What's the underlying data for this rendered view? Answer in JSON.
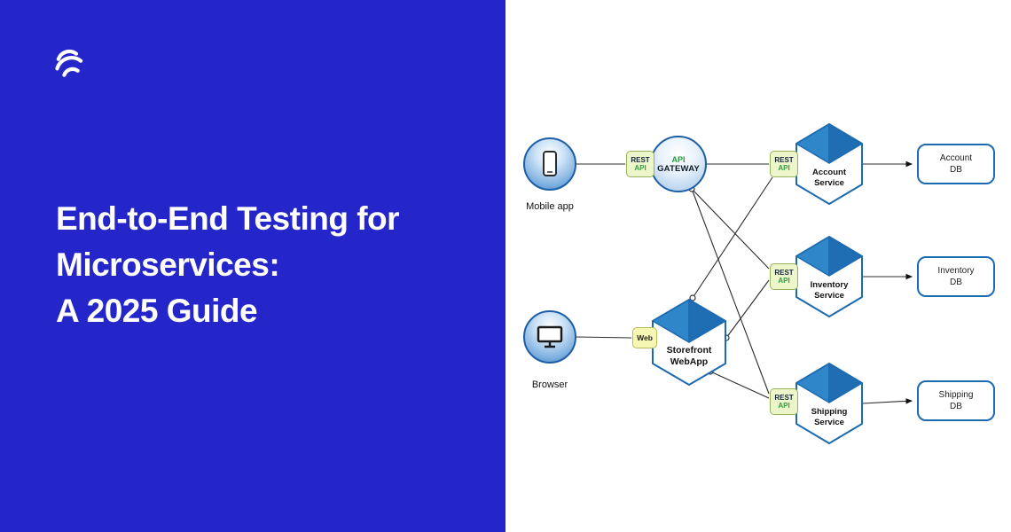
{
  "colors": {
    "panel_blue": "#2526c9",
    "diagram_stroke_blue": "#1c6ab0",
    "cube_fill_blue_light": "#2f86c9",
    "cube_fill_blue_dark": "#1f6db3",
    "badge_bg": "#edf6cb",
    "badge_border": "#97b258",
    "api_green": "#2e9e40",
    "line_color": "#2b2b2b"
  },
  "hero": {
    "title_lines": [
      "End-to-End Testing for",
      "Microservices:",
      "A 2025 Guide"
    ]
  },
  "diagram": {
    "clients": {
      "mobile": {
        "label": "Mobile app"
      },
      "browser": {
        "label": "Browser"
      }
    },
    "gateway": {
      "line1": "API",
      "line2": "GATEWAY"
    },
    "rest_badge": {
      "line1": "REST",
      "line2": "API"
    },
    "web_badge": {
      "label": "Web"
    },
    "storefront": {
      "line1": "Storefront",
      "line2": "WebApp"
    },
    "services": {
      "account": {
        "line1": "Account",
        "line2": "Service"
      },
      "inventory": {
        "line1": "Inventory",
        "line2": "Service"
      },
      "shipping": {
        "line1": "Shipping",
        "line2": "Service"
      }
    },
    "databases": {
      "account": {
        "line1": "Account",
        "line2": "DB"
      },
      "inventory": {
        "line1": "Inventory",
        "line2": "DB"
      },
      "shipping": {
        "line1": "Shipping",
        "line2": "DB"
      }
    }
  }
}
